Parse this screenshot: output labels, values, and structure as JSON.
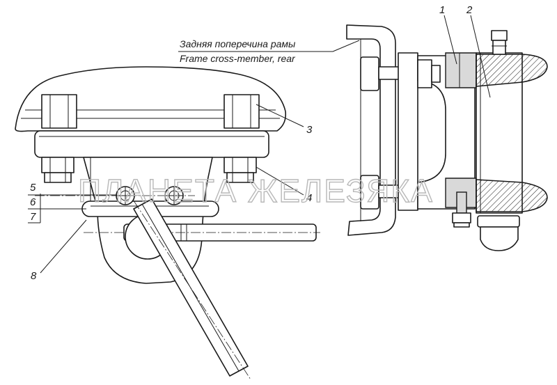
{
  "caption": {
    "ru": "Задняя поперечина рамы",
    "en": "Frame cross-member, rear"
  },
  "callouts": {
    "c1": "1",
    "c2": "2",
    "c3": "3",
    "c4": "4",
    "c5": "5",
    "c6": "6",
    "c7": "7",
    "c8": "8"
  },
  "watermark": "ПЛАНЕТА ЖЕЛЕЗЯКА"
}
